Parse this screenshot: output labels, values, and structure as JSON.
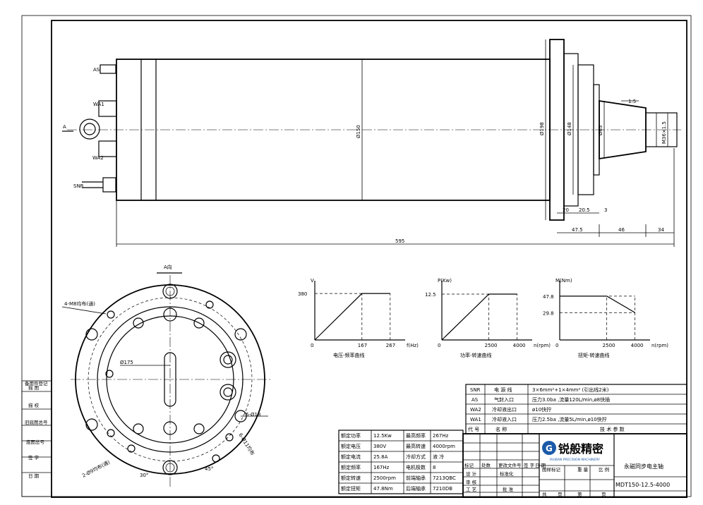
{
  "left_column": [
    "备用件登记",
    "描 图",
    "描 校",
    "旧底图总号",
    "底图总号",
    "签 字",
    "日 期"
  ],
  "side_view": {
    "ports": [
      "AS",
      "WA1",
      "WA2",
      "SNR"
    ],
    "section_label": "A",
    "diameters": [
      "Ø150",
      "Ø198",
      "Ø148",
      "Ø63",
      "M36×1.5"
    ],
    "taper": "1:5",
    "dims_row1": [
      "20",
      "20.5",
      "3"
    ],
    "dims_row2": [
      "47.5",
      "46",
      "34"
    ],
    "overall_length": "595"
  },
  "front_view": {
    "title": "A向",
    "hole_note": "4-M8均布(通)",
    "d175": "Ø175",
    "d18": "6-Ø18",
    "d11": "6-Ø11均布",
    "d9": "2-Ø9均布(通)",
    "angle1": "30°",
    "angle2": "45°"
  },
  "chart_data": [
    {
      "type": "line",
      "title": "电压-频率曲线",
      "ylabel": "V",
      "xlabel": "f(Hz)",
      "x": [
        0,
        167,
        267
      ],
      "y": [
        0,
        380,
        380
      ],
      "xticks": [
        "0",
        "167",
        "267"
      ],
      "yticks": [
        "380"
      ]
    },
    {
      "type": "line",
      "title": "功率-转速曲线",
      "ylabel": "P(Kw)",
      "xlabel": "n(rpm)",
      "x": [
        0,
        2500,
        4000
      ],
      "y": [
        0,
        12.5,
        12.5
      ],
      "xticks": [
        "0",
        "2500",
        "4000"
      ],
      "yticks": [
        "12.5"
      ]
    },
    {
      "type": "line",
      "title": "扭矩-转速曲线",
      "ylabel": "M(Nm)",
      "xlabel": "n(rpm)",
      "x": [
        0,
        2500,
        4000
      ],
      "y": [
        47.8,
        47.8,
        29.8
      ],
      "xticks": [
        "0",
        "2500",
        "4000"
      ],
      "yticks": [
        "47.8",
        "29.8"
      ]
    }
  ],
  "spec_table": [
    [
      "额定功率",
      "12.5Kw",
      "最高频率",
      "267Hz"
    ],
    [
      "额定电压",
      "380V",
      "最高转速",
      "4000rpm"
    ],
    [
      "额定电流",
      "25.8A",
      "冷却方式",
      "液 冷"
    ],
    [
      "额定频率",
      "167Hz",
      "电机极数",
      "8"
    ],
    [
      "额定转速",
      "2500rpm",
      "前端轴承",
      "7213QBC"
    ],
    [
      "额定扭矩",
      "47.8Nm",
      "后端轴承",
      "7210DB"
    ]
  ],
  "param_table": {
    "rows": [
      [
        "SNR",
        "电 源 线",
        "3×6mm²+1×4mm² (引出线2米)"
      ],
      [
        "AS",
        "气封入口",
        "压力3.0ba ,流量120L/min,ø8快插"
      ],
      [
        "WA2",
        "冷却液出口",
        "ø10快拧"
      ],
      [
        "WA1",
        "冷却液入口",
        "压力2.5ba ,流量5L/min,ø10快拧"
      ]
    ],
    "header": [
      "代 号",
      "名 称",
      "技 术 参 数"
    ]
  },
  "title_block": {
    "company": "锐般精密",
    "company_en": "RUIBAN PRECISION MACHINERY",
    "product": "永磁同步电主轴",
    "model": "MDT150-12.5-4000",
    "labels": [
      "标记",
      "处数",
      "更改文件号",
      "签 字",
      "日 期",
      "设 计",
      "标准化",
      "图样标记",
      "重 量",
      "比 例",
      "审 核",
      "工 艺",
      "批 准",
      "共",
      "页",
      "第",
      "页"
    ]
  }
}
